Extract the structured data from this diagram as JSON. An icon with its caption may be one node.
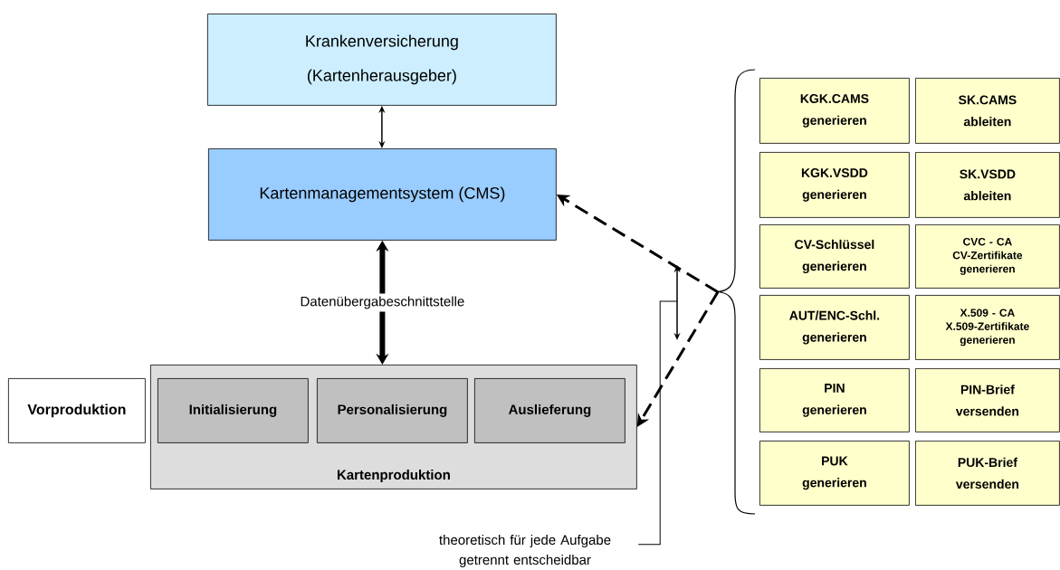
{
  "diagram": {
    "nodes": [
      {
        "text": [
          "Krankenversicherung (Kartenherausgeber)"
        ]
      },
      {
        "text": [
          "Kartenmanagementsystem (CMS)"
        ]
      },
      {
        "text": [
          "Kartenproduktion"
        ]
      },
      {
        "text": [
          "Initialisierung"
        ],
        "in": 2
      },
      {
        "text": [
          "Personalisierung"
        ],
        "in": 2
      },
      {
        "text": [
          "Auslieferung"
        ],
        "in": 2
      },
      {
        "text": [
          "Vorproduktion"
        ]
      },
      {
        "text": [
          "KGK.CAMS generieren"
        ]
      },
      {
        "text": [
          "SK.CAMS ableiten"
        ]
      },
      {
        "text": [
          "KGK.VSDD generieren"
        ]
      },
      {
        "text": [
          "SK.VSDD ableiten"
        ]
      },
      {
        "text": [
          "CV-Schlüssel generieren"
        ]
      },
      {
        "text": [
          "CVC - CA CV-Zertifikate generieren"
        ]
      },
      {
        "text": [
          "AUT/ENC-Schl. generieren"
        ]
      },
      {
        "text": [
          "X.509 - CA X.509-Zertifikate generieren"
        ]
      },
      {
        "text": [
          "PIN generieren"
        ]
      },
      {
        "text": [
          "PIN-Brief versenden"
        ]
      },
      {
        "text": [
          "PUK generieren"
        ]
      },
      {
        "text": [
          "PUK-Brief versenden"
        ]
      },
      {
        "text": [],
        "shape": "brace"
      },
      {
        "text": [
          "theoretisch für jede Aufgabe getrennt entscheidbar"
        ]
      }
    ],
    "edges": [
      {
        "from": 0,
        "to": 1,
        "arrow": "both"
      },
      {
        "from": 1,
        "to": 2,
        "arrow": "both",
        "style": "thick",
        "label": "Datenübergabeschnittstelle"
      },
      {
        "from": 19,
        "to": 1,
        "arrow": "to",
        "style": "dashed"
      },
      {
        "from": 19,
        "to": 2,
        "arrow": "to",
        "style": "dashed"
      },
      {
        "from": 20,
        "to": null,
        "arrow": "none"
      }
    ]
  }
}
